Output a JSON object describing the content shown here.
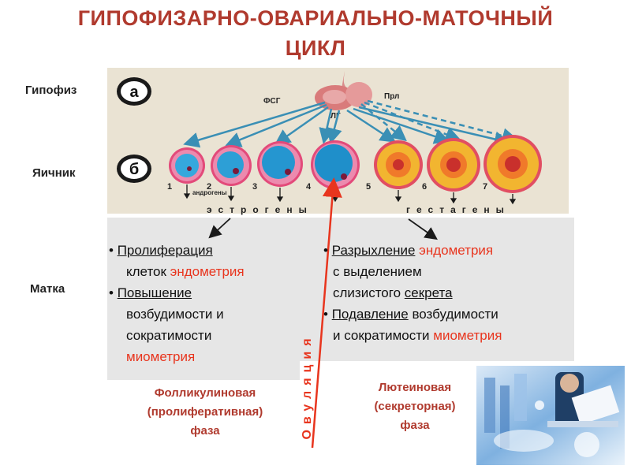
{
  "title": {
    "line1": "ГИПОФИЗАРНО-ОВАРИАЛЬНО-МАТОЧНЫЙ",
    "line2": "ЦИКЛ"
  },
  "row_labels": {
    "pituitary": "Гипофиз",
    "ovary": "Яичник",
    "uterus": "Матка"
  },
  "diagram": {
    "badge_a": "а",
    "badge_b": "б",
    "fsh": "ФСГ",
    "lh": "ЛГ",
    "prl": "Прл",
    "androgens": "андрогены",
    "estrogens": "эстрогены",
    "gestagens": "гестагены",
    "stages": [
      "1",
      "2",
      "3",
      "4",
      "5",
      "6",
      "7"
    ]
  },
  "ovulation": "Овуляция",
  "left_panel": {
    "b1_a": "Пролиферация",
    "b1_b": "клеток",
    "b1_c": "эндометрия",
    "b2_a": "Повышение",
    "b2_b": "возбудимости и",
    "b2_c": "сократимости",
    "b2_d": "миометрия"
  },
  "right_panel": {
    "b1_a": "Разрыхление",
    "b1_b": "эндометрия",
    "b1_c": "с выделением",
    "b1_d": "слизистого",
    "b1_e": "секрета",
    "b2_a": "Подавление",
    "b2_b": "возбудимости",
    "b2_c": "и сократимости",
    "b2_d": "миометрия"
  },
  "phases": {
    "follicular": [
      "Фолликулиновая",
      "(пролиферативная)",
      "фаза"
    ],
    "luteal": [
      "Лютеиновая",
      "(секреторная)",
      "фаза"
    ]
  },
  "colors": {
    "title": "#b03a2e",
    "accent_red": "#e8351e",
    "arrows": "#3a8fb5",
    "panel_bg": "#e6e6e6"
  }
}
